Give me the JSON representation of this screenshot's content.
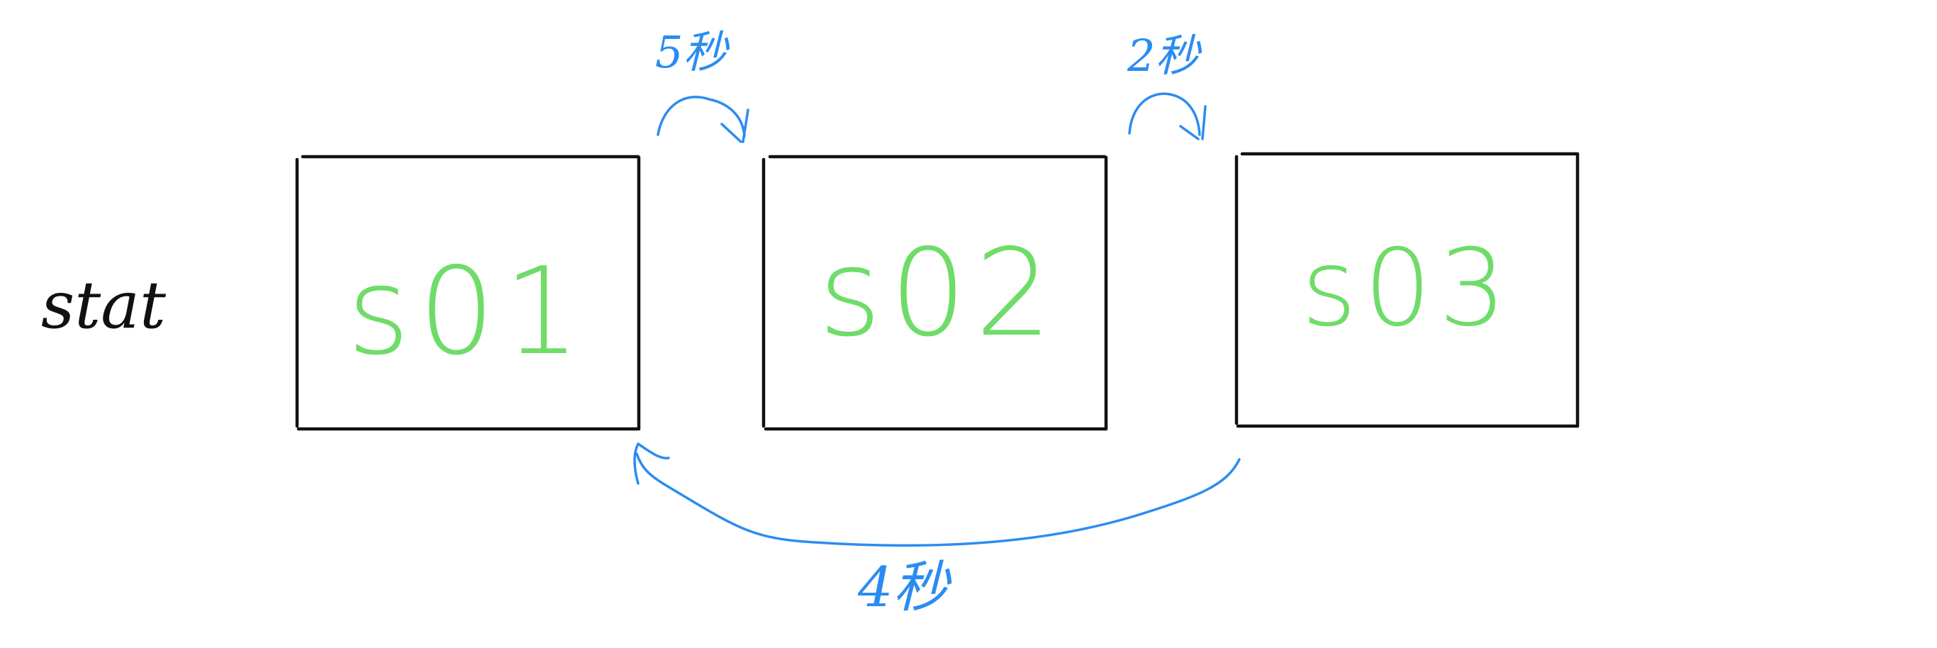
{
  "diagram": {
    "row_label": "stat",
    "states": [
      {
        "id": "s01",
        "label": "s01"
      },
      {
        "id": "s02",
        "label": "s02"
      },
      {
        "id": "s03",
        "label": "s03"
      }
    ],
    "transitions": [
      {
        "from": "s01",
        "to": "s02",
        "label": "5秒"
      },
      {
        "from": "s02",
        "to": "s03",
        "label": "2秒"
      },
      {
        "from": "s03",
        "to": "s01",
        "label": "4秒"
      }
    ],
    "colors": {
      "box_stroke": "#111111",
      "state_text": "#6fdc6a",
      "transition": "#2b8cf0",
      "label_text": "#111111"
    }
  }
}
